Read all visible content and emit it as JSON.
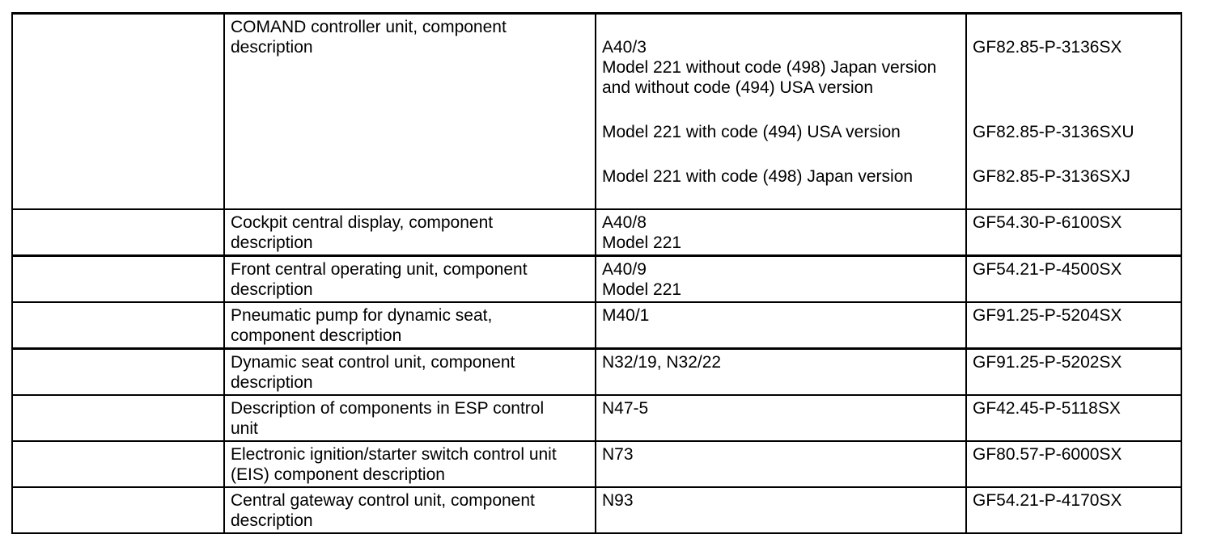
{
  "page": {
    "background_color": "#ffffff",
    "border_color": "#000000",
    "text_color": "#000000"
  },
  "table": {
    "rows": [
      {
        "description": "COMAND controller unit, component\ndescription",
        "variants": [
          {
            "code": "A40/3\nModel 221 without code (498) Japan version\nand without code (494) USA version",
            "doc": "GF82.85-P-3136SX"
          },
          {
            "code": "Model 221 with code (494) USA version",
            "doc": "GF82.85-P-3136SXU"
          },
          {
            "code": "Model 221 with code (498) Japan version",
            "doc": "GF82.85-P-3136SXJ"
          }
        ]
      },
      {
        "description": "Cockpit central display, component\ndescription",
        "code": "A40/8\nModel 221",
        "doc": "GF54.30-P-6100SX"
      },
      {
        "description": "Front central operating unit, component\ndescription",
        "code": "A40/9\nModel 221",
        "doc": "GF54.21-P-4500SX"
      },
      {
        "description": "Pneumatic pump for dynamic seat,\ncomponent description",
        "code": "M40/1",
        "doc": "GF91.25-P-5204SX"
      },
      {
        "description": "Dynamic seat control unit, component\ndescription",
        "code": "N32/19, N32/22",
        "doc": "GF91.25-P-5202SX"
      },
      {
        "description": "Description of components in ESP control\nunit",
        "code": "N47-5",
        "doc": "GF42.45-P-5118SX"
      },
      {
        "description": "Electronic ignition/starter switch control unit\n(EIS) component description",
        "code": "N73",
        "doc": "GF80.57-P-6000SX"
      },
      {
        "description": "Central gateway control unit, component\ndescription",
        "code": "N93",
        "doc": "GF54.21-P-4170SX"
      }
    ]
  }
}
